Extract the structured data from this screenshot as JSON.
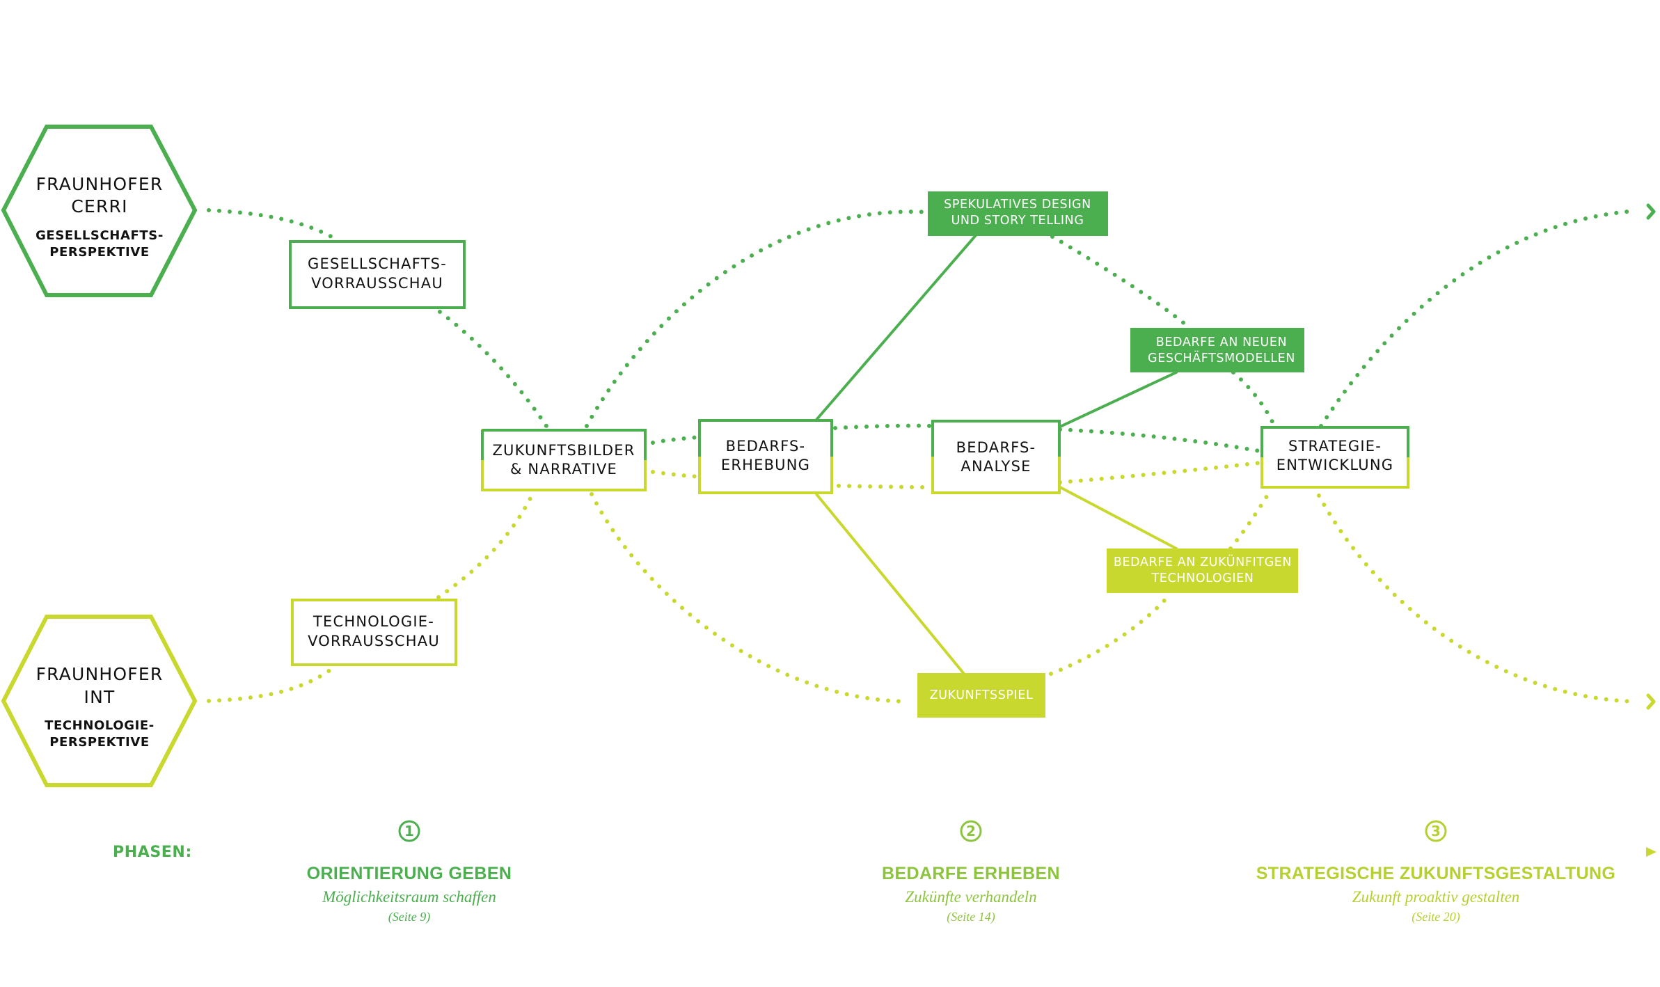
{
  "colors": {
    "dark_green": "#4BAE4F",
    "lime": "#C8D82E",
    "text": "#111111",
    "white": "#FFFFFF"
  },
  "hexagons": {
    "cerri": {
      "line1": "FRAUNHOFER",
      "line2": "CERRI",
      "sub1": "GESELLSCHAFTS-",
      "sub2": "PERSPEKTIVE"
    },
    "int": {
      "line1": "FRAUNHOFER",
      "line2": "INT",
      "sub1": "TECHNOLOGIE-",
      "sub2": "PERSPEKTIVE"
    }
  },
  "boxes": {
    "gesellschaft": {
      "line1": "GESELLSCHAFTS-",
      "line2": "VORRAUSSCHAU"
    },
    "technologie": {
      "line1": "TECHNOLOGIE-",
      "line2": "VORRAUSSCHAU"
    },
    "zukunftsbilder": {
      "line1": "ZUKUNFTSBILDER",
      "line2": "& NARRATIVE"
    },
    "bedarfserhebung": {
      "line1": "BEDARFS-",
      "line2": "ERHEBUNG"
    },
    "bedarfsanalyse": {
      "line1": "BEDARFS-",
      "line2": "ANALYSE"
    },
    "strategie": {
      "line1": "STRATEGIE-",
      "line2": "ENTWICKLUNG"
    }
  },
  "filled_boxes": {
    "spekulativ": {
      "line1": "SPEKULATIVES DESIGN",
      "line2": "UND STORY TELLING"
    },
    "geschaeftsmodelle": {
      "line1": "BEDARFE AN NEUEN",
      "line2": "GESCHÄFTSMODELLEN"
    },
    "technologien": {
      "line1": "BEDARFE AN ZUKÜNFITGEN",
      "line2": "TECHNOLOGIEN"
    },
    "zukunftsspiel": {
      "line1": "ZUKUNFTSSPIEL"
    }
  },
  "phases": {
    "label": "PHASEN:",
    "items": [
      {
        "number": "1",
        "title": "ORIENTIERUNG GEBEN",
        "subtitle": "Möglichkeitsraum schaffen",
        "page": "(Seite 9)"
      },
      {
        "number": "2",
        "title": "BEDARFE ERHEBEN",
        "subtitle": "Zukünfte verhandeln",
        "page": "(Seite 14)"
      },
      {
        "number": "3",
        "title": "STRATEGISCHE ZUKUNFTSGESTALTUNG",
        "subtitle": "Zukunft proaktiv gestalten",
        "page": "(Seite 20)"
      }
    ]
  }
}
